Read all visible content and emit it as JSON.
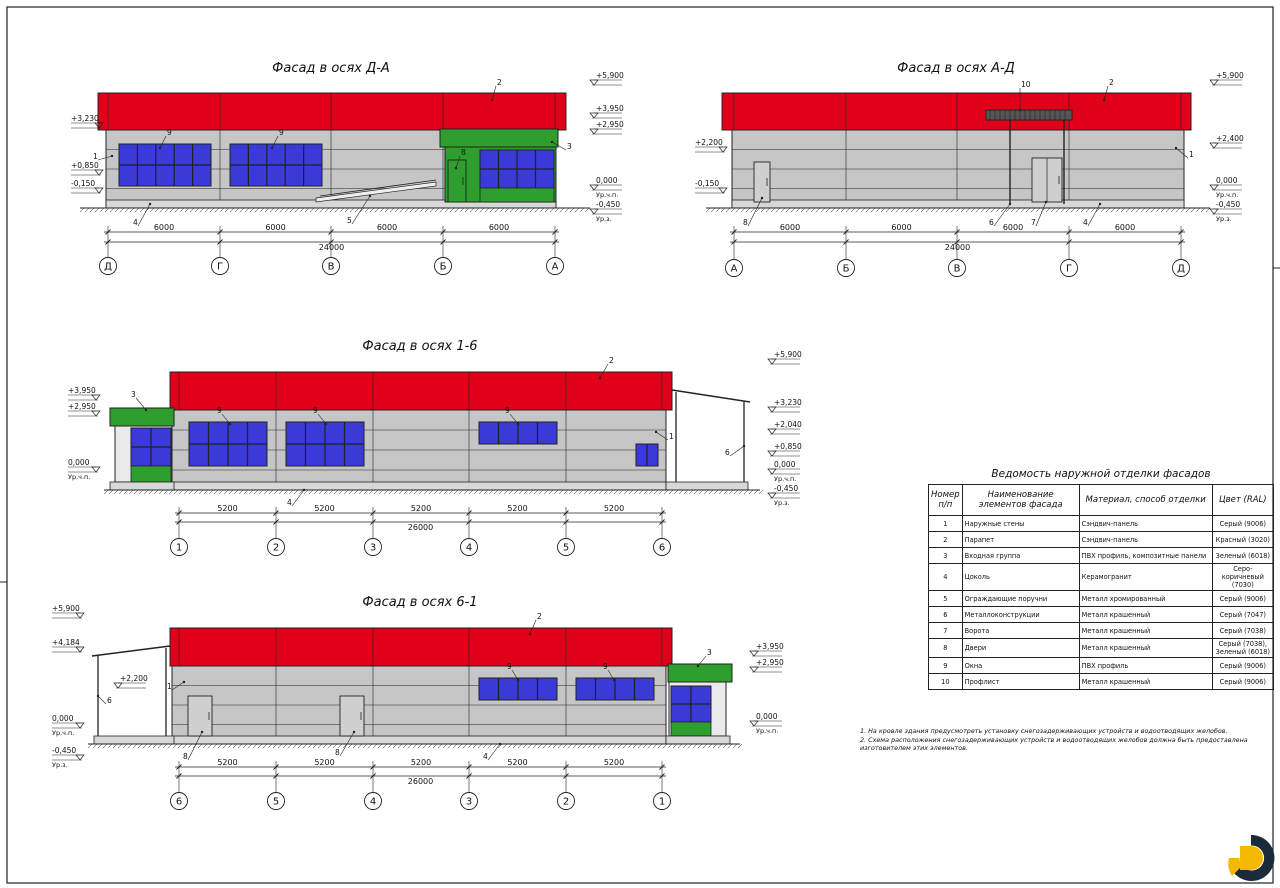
{
  "colors": {
    "parapet": "#e0001a",
    "wall": "#c6c6c6",
    "entrance": "#2e9e2e",
    "window": "#3a3ad8",
    "socle": "#d8d8d8",
    "ink": "#111111"
  },
  "facades": [
    {
      "id": "da",
      "title": "Фасад в осях Д-А",
      "axes": [
        "Д",
        "Г",
        "В",
        "Б",
        "А"
      ],
      "spans": [
        "6000",
        "6000",
        "6000",
        "6000"
      ],
      "total": "24000",
      "levels_left": [
        "+3,230",
        "+0,850",
        "-0,150"
      ],
      "levels_right": [
        "+5,900",
        "+3,950",
        "+2,950",
        "0,000",
        "-0,450"
      ],
      "level_sub": [
        "Ур.ч.п.",
        "Ур.з."
      ],
      "leaders": [
        "1",
        "2",
        "3",
        "4",
        "5",
        "8",
        "9",
        "9"
      ]
    },
    {
      "id": "ad",
      "title": "Фасад в осях А-Д",
      "axes": [
        "А",
        "Б",
        "В",
        "Г",
        "Д"
      ],
      "spans": [
        "6000",
        "6000",
        "6000",
        "6000"
      ],
      "total": "24000",
      "levels_left": [
        "+2,200",
        "-0,150"
      ],
      "levels_right": [
        "+5,900",
        "+2,400",
        "0,000",
        "-0,450"
      ],
      "level_sub": [
        "Ур.ч.п.",
        "Ур.з."
      ],
      "leaders": [
        "1",
        "2",
        "4",
        "6",
        "7",
        "8",
        "10"
      ]
    },
    {
      "id": "16",
      "title": "Фасад в осях 1-6",
      "axes": [
        "1",
        "2",
        "3",
        "4",
        "5",
        "6"
      ],
      "spans": [
        "5200",
        "5200",
        "5200",
        "5200",
        "5200"
      ],
      "total": "26000",
      "levels_left": [
        "+3,950",
        "+2,950",
        "0,000"
      ],
      "levels_right": [
        "+5,900",
        "+3,230",
        "+2,040",
        "+0,850",
        "0,000",
        "-0,450"
      ],
      "level_sub": [
        "Ур.ч.п.",
        "Ур.з."
      ],
      "leaders": [
        "1",
        "2",
        "3",
        "4",
        "6",
        "9",
        "9",
        "9"
      ]
    },
    {
      "id": "61",
      "title": "Фасад в осях 6-1",
      "axes": [
        "6",
        "5",
        "4",
        "3",
        "2",
        "1"
      ],
      "spans": [
        "5200",
        "5200",
        "5200",
        "5200",
        "5200"
      ],
      "total": "26000",
      "levels_left": [
        "+5,900",
        "+4,184",
        "0,000",
        "-0,450"
      ],
      "levels_right": [
        "+3,950",
        "+2,950",
        "0,000"
      ],
      "level_sub": [
        "Ур.ч.п.",
        "Ур.з."
      ],
      "level_mid": "+2,200",
      "leaders": [
        "1",
        "2",
        "3",
        "4",
        "6",
        "8",
        "8",
        "9",
        "9"
      ]
    }
  ],
  "schedule": {
    "title": "Ведомость наружной отделки фасадов",
    "headers": [
      "Номер п/п",
      "Наименование элементов фасада",
      "Материал, способ отделки",
      "Цвет (RAL)"
    ],
    "rows": [
      [
        "1",
        "Наружные стены",
        "Сэндвич-панель",
        "Серый (9006)"
      ],
      [
        "2",
        "Парапет",
        "Сэндвич-панель",
        "Красный (3020)"
      ],
      [
        "3",
        "Входная группа",
        "ПВХ профиль, композитные панели",
        "Зеленый (6018)"
      ],
      [
        "4",
        "Цоколь",
        "Керамогранит",
        "Серо-коричневый (7030)"
      ],
      [
        "5",
        "Ограждающие поручни",
        "Металл хромированный",
        "Серый (9006)"
      ],
      [
        "6",
        "Металлоконструкции",
        "Металл крашенный",
        "Серый (7047)"
      ],
      [
        "7",
        "Ворота",
        "Металл крашенный",
        "Серый (7038)"
      ],
      [
        "8",
        "Двери",
        "Металл крашенный",
        "Серый (7038), Зеленый (6018)"
      ],
      [
        "9",
        "Окна",
        "ПВХ профиль",
        "Серый (9006)"
      ],
      [
        "10",
        "Профлист",
        "Металл крашенный",
        "Серый (9006)"
      ]
    ]
  },
  "notes": [
    "1. На кровле здания предусмотреть установку снегозадерживающих устройств и водоотводящих желобов.",
    "2. Схема расположения снегозадерживающих устройств и водоотводящих желобов должна быть предоставлена изготовителем этих элементов."
  ]
}
